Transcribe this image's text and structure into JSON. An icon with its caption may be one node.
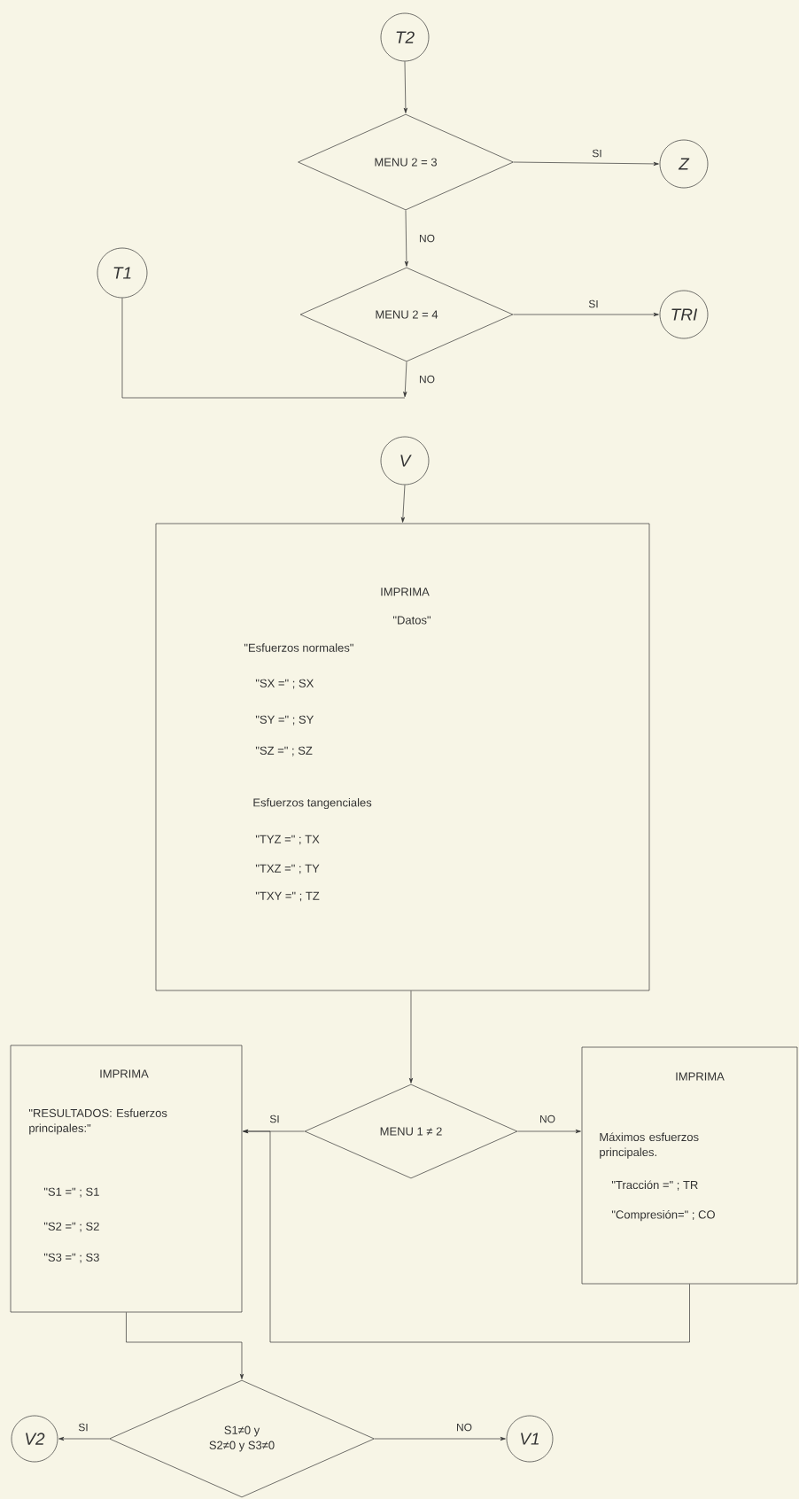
{
  "diagram": {
    "nodes": [
      {
        "text": [
          "T2"
        ]
      },
      {
        "text": [
          "MENU 2 = 3"
        ]
      },
      {
        "text": [
          "Z"
        ]
      },
      {
        "text": [
          "T1"
        ]
      },
      {
        "text": [
          "MENU 2 = 4"
        ]
      },
      {
        "text": [
          "TRI"
        ]
      },
      {
        "text": [
          "V"
        ]
      },
      {
        "text": [
          "IMPRIMA",
          "\"Datos\"",
          "\"Esfuerzos normales\"",
          "\"SX =\" ; SX",
          "\"SY =\" ; SY",
          "\"SZ =\" ; SZ",
          "Esfuerzos tangenciales",
          "\"TYZ =\" ; TX",
          "\"TXZ =\" ; TY",
          "\"TXY =\" ; TZ"
        ]
      },
      {
        "text": [
          "MENU 1 ≠ 2"
        ]
      },
      {
        "text": [
          "IMPRIMA",
          "\"RESULTADOS: Esfuerzos principales:\"",
          "\"S1 =\" ; S1",
          "\"S2 =\" ; S2",
          "\"S3 =\" ; S3"
        ]
      },
      {
        "text": [
          "IMPRIMA",
          "Máximos esfuerzos principales.",
          "\"Tracción =\" ; TR",
          "\"Compresión=\" ; CO"
        ]
      },
      {
        "text": [
          "S1≠0 y",
          "S2≠0 y S3≠0"
        ]
      },
      {
        "text": [
          "V2"
        ]
      },
      {
        "text": [
          "V1"
        ]
      }
    ],
    "edges": [
      {
        "from": 0,
        "to": 1,
        "arrow": "to"
      },
      {
        "from": 1,
        "to": 2,
        "arrow": "to",
        "label": "SI"
      },
      {
        "from": 1,
        "to": 4,
        "arrow": "to",
        "label": "NO"
      },
      {
        "from": 4,
        "to": 5,
        "arrow": "to",
        "label": "SI"
      },
      {
        "from": 4,
        "to": null,
        "arrow": "to",
        "label": "NO"
      },
      {
        "from": 3,
        "to": null,
        "arrow": "none"
      },
      {
        "from": 6,
        "to": 7,
        "arrow": "to"
      },
      {
        "from": 7,
        "to": 8,
        "arrow": "to"
      },
      {
        "from": 8,
        "to": 9,
        "arrow": "to",
        "label": "SI"
      },
      {
        "from": 8,
        "to": 10,
        "arrow": "to",
        "label": "NO"
      },
      {
        "from": 10,
        "to": 9,
        "arrow": "to"
      },
      {
        "from": 9,
        "to": 11,
        "arrow": "to"
      },
      {
        "from": 11,
        "to": 12,
        "arrow": "to",
        "label": "SI"
      },
      {
        "from": 11,
        "to": 13,
        "arrow": "to",
        "label": "NO"
      }
    ]
  }
}
